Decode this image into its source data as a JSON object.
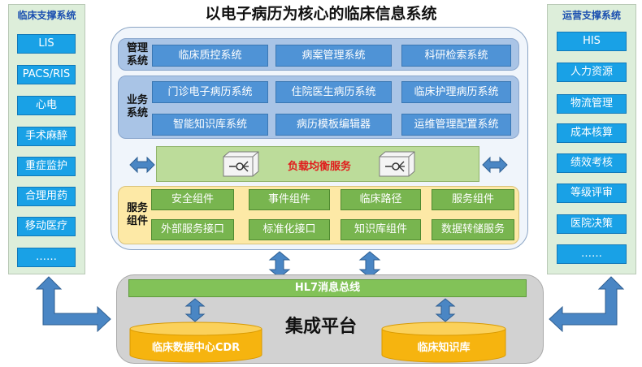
{
  "title": "以电子病历为核心的临床信息系统",
  "left_panel": {
    "title": "临床支撑系统",
    "items": [
      "LIS",
      "PACS/RIS",
      "心电",
      "手术麻醉",
      "重症监护",
      "合理用药",
      "移动医疗",
      "……"
    ]
  },
  "right_panel": {
    "title": "运营支撑系统",
    "items": [
      "HIS",
      "人力资源",
      "物流管理",
      "成本核算",
      "绩效考核",
      "等级评审",
      "医院决策",
      "……"
    ]
  },
  "management": {
    "label_line1": "管理",
    "label_line2": "系统",
    "items": [
      "临床质控系统",
      "病案管理系统",
      "科研检索系统"
    ]
  },
  "business": {
    "label_line1": "业务",
    "label_line2": "系统",
    "items": [
      "门诊电子病历系统",
      "住院医生病历系统",
      "临床护理病历系统",
      "智能知识库系统",
      "病历模板编辑器",
      "运维管理配置系统"
    ]
  },
  "load_balance": {
    "label": "负载均衡服务"
  },
  "service": {
    "label_line1": "服务",
    "label_line2": "组件",
    "items": [
      "安全组件",
      "事件组件",
      "临床路径",
      "服务组件",
      "外部服务接口",
      "标准化接口",
      "知识库组件",
      "数据转储服务"
    ]
  },
  "platform": {
    "bus": "HL7消息总线",
    "name": "集成平台",
    "db_left": "临床数据中心CDR",
    "db_right": "临床知识库"
  },
  "colors": {
    "side_button": "#19a1e6",
    "blue_button": "#4f93d6",
    "green_button": "#78b54f",
    "arrow": "#4a86c4",
    "database": "#f6b40f",
    "load_balance_text": "#e11b1b"
  }
}
